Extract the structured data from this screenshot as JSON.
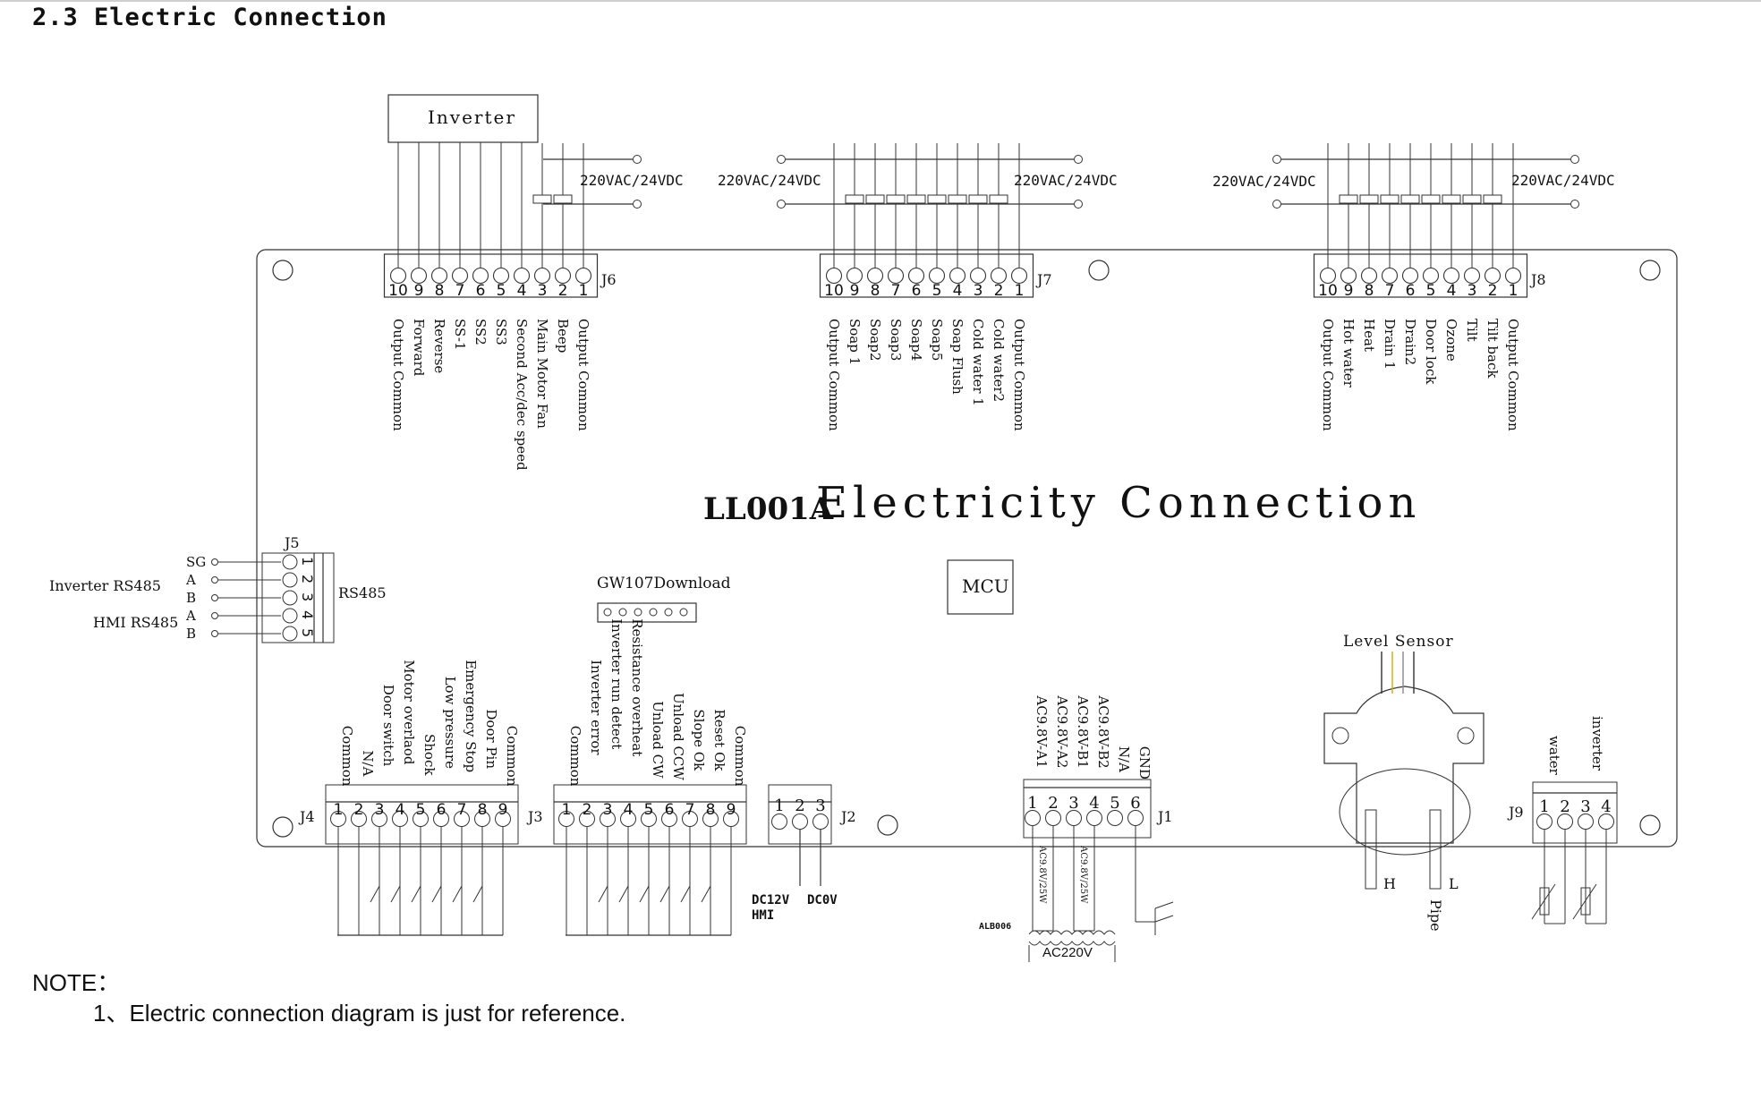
{
  "section_title": "2.3 Electric Connection",
  "diagram": {
    "main_title_prefix": "LL001A",
    "main_title": "Electricity Connection",
    "mcu_label": "MCU",
    "inverter_box": "Inverter",
    "supply_label": "220VAC/24VDC",
    "connectors": {
      "J6": {
        "name": "J6",
        "pin_numbers": [
          "10",
          "9",
          "8",
          "7",
          "6",
          "5",
          "4",
          "3",
          "2",
          "1"
        ],
        "labels": [
          "Output Common",
          "Forward",
          "Reverse",
          "SS-1",
          "SS2",
          "SS3",
          "Second Acc/dec speed",
          "Main Motor Fan",
          "Beep",
          "Output Common"
        ]
      },
      "J7": {
        "name": "J7",
        "pin_numbers": [
          "10",
          "9",
          "8",
          "7",
          "6",
          "5",
          "4",
          "3",
          "2",
          "1"
        ],
        "labels": [
          "Output Common",
          "Soap 1",
          "Soap2",
          "Soap3",
          "Soap4",
          "Soap5",
          "Soap Flush",
          "Cold water 1",
          "Cold water2",
          "Output Common"
        ]
      },
      "J8": {
        "name": "J8",
        "pin_numbers": [
          "10",
          "9",
          "8",
          "7",
          "6",
          "5",
          "4",
          "3",
          "2",
          "1"
        ],
        "labels": [
          "Output Common",
          "Hot water",
          "Heat",
          "Drain 1",
          "Drain2",
          "Door lock",
          "Ozone",
          "Tilt",
          "Tilt back",
          "Output Common"
        ]
      },
      "J5": {
        "name": "J5",
        "pin_numbers": [
          "1",
          "2",
          "3",
          "4",
          "5"
        ],
        "side_label": "RS485",
        "pin_labels": [
          "SG",
          "A",
          "B",
          "A",
          "B"
        ],
        "groups": [
          "Inverter RS485",
          "HMI RS485"
        ]
      },
      "J4": {
        "name": "J4",
        "pin_numbers": [
          "1",
          "2",
          "3",
          "4",
          "5",
          "6",
          "7",
          "8",
          "9"
        ],
        "labels": [
          "Common",
          "N/A",
          "Door switch",
          "Motor overlaod",
          "Shock",
          "Low pressure",
          "Emergency Stop",
          "Door Pin",
          "Common"
        ]
      },
      "J3": {
        "name": "J3",
        "pin_numbers": [
          "1",
          "2",
          "3",
          "4",
          "5",
          "6",
          "7",
          "8",
          "9"
        ],
        "labels": [
          "Common",
          "Inverter error",
          "Inverter run detect",
          "Resistance overheat",
          "Unload CW",
          "Unload CCW",
          "Slope Ok",
          "Reset Ok",
          "Common"
        ]
      },
      "J2": {
        "name": "J2",
        "pin_numbers": [
          "1",
          "2",
          "3"
        ],
        "bottom_labels": [
          "DC12V",
          "DC0V"
        ],
        "sub_label": "HMI"
      },
      "J1": {
        "name": "J1",
        "pin_numbers": [
          "1",
          "2",
          "3",
          "4",
          "5",
          "6"
        ],
        "labels": [
          "AC9.8V-A1",
          "AC9.8V-A2",
          "AC9.8V-B1",
          "AC9.8V-B2",
          "N/A",
          "GND"
        ],
        "transformer_code": "ALB006",
        "transformer_input": "AC220V",
        "winding_labels": [
          "AC9.8V/25W",
          "AC9.8V/25W"
        ]
      },
      "J9": {
        "name": "J9",
        "pin_numbers": [
          "1",
          "2",
          "3",
          "4"
        ],
        "labels": [
          "water",
          "inverter"
        ]
      }
    },
    "gw107_label": "GW107Download",
    "level_sensor": {
      "title": "Level Sensor",
      "port_h": "H",
      "port_l": "L",
      "pipe_label": "Pipe"
    }
  },
  "note": {
    "heading": "NOTE：",
    "items": [
      "1、Electric connection diagram is just for reference."
    ]
  }
}
